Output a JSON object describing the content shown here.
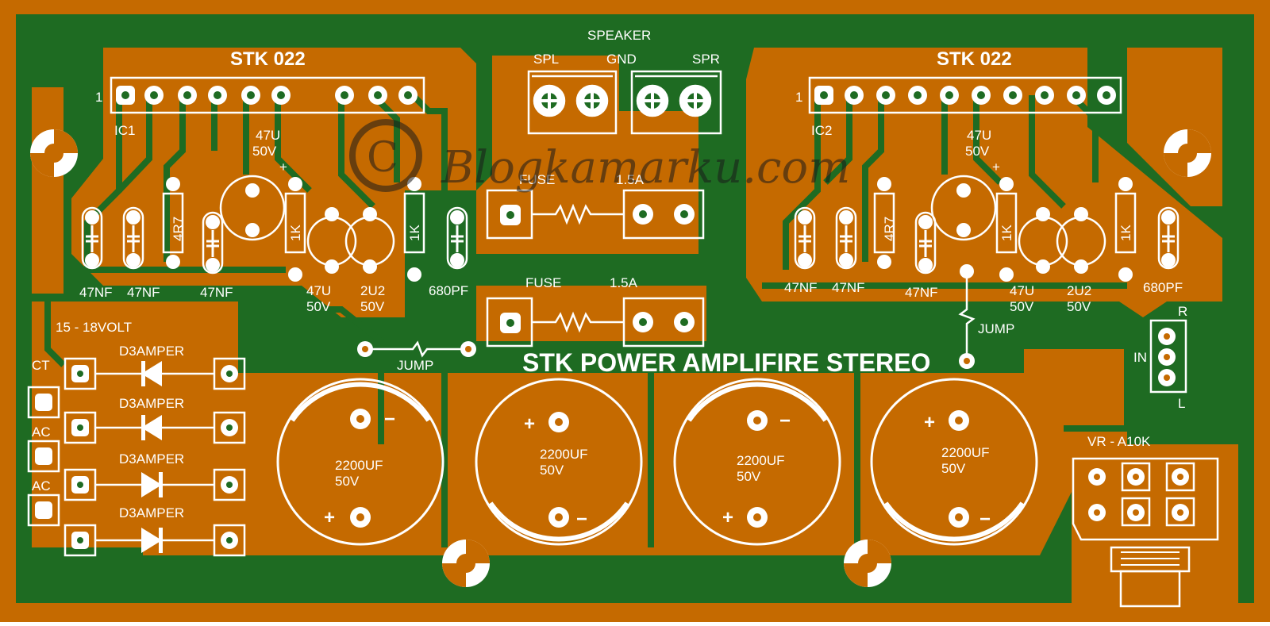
{
  "colors": {
    "copper": "#c56a00",
    "board": "#1e6b22",
    "silk": "#ffffff",
    "frame": "#c56a00"
  },
  "watermark": "© Blogkamarku.com",
  "title": "STK POWER AMPLIFIRE STEREO",
  "ic_left": {
    "name": "STK 022",
    "ref": "IC1",
    "pin1": "1"
  },
  "ic_right": {
    "name": "STK 022",
    "ref": "IC2",
    "pin1": "1"
  },
  "speaker": {
    "title": "SPEAKER",
    "spl": "SPL",
    "gnd": "GND",
    "spr": "SPR"
  },
  "fuse_top": {
    "label": "FUSE",
    "rating": "1.5A"
  },
  "fuse_bottom": {
    "label": "FUSE",
    "rating": "1.5A"
  },
  "left_section": {
    "cap47u_top": "47U",
    "cap47u_top_v": "50V",
    "plus": "+",
    "r4r7": "4R7",
    "r1k_a": "1K",
    "r1k_b": "1K",
    "c47nf_1": "47NF",
    "c47nf_2": "47NF",
    "c47nf_3": "47NF",
    "cap47u_bot": "47U",
    "cap47u_bot_v": "50V",
    "cap2u2": "2U2",
    "cap2u2_v": "50V",
    "c680pf": "680PF"
  },
  "right_section": {
    "cap47u_top": "47U",
    "cap47u_top_v": "50V",
    "plus": "+",
    "r4r7": "4R7",
    "r1k_a": "1K",
    "r1k_b": "1K",
    "c47nf_1": "47NF",
    "c47nf_2": "47NF",
    "c47nf_3": "47NF",
    "cap47u_bot": "47U",
    "cap47u_bot_v": "50V",
    "cap2u2": "2U2",
    "cap2u2_v": "50V",
    "c680pf": "680PF"
  },
  "power": {
    "voltage": "15 - 18VOLT",
    "ct": "CT",
    "ac1": "AC",
    "ac2": "AC",
    "diode1": "D3AMPER",
    "diode2": "D3AMPER",
    "diode3": "D3AMPER",
    "diode4": "D3AMPER"
  },
  "jump_left": "JUMP",
  "jump_right": "JUMP",
  "caps_big": [
    {
      "value": "2200UF",
      "voltage": "50V",
      "plus": "+",
      "minus": "−"
    },
    {
      "value": "2200UF",
      "voltage": "50V",
      "plus": "+",
      "minus": "−"
    },
    {
      "value": "2200UF",
      "voltage": "50V",
      "plus": "+",
      "minus": "−"
    },
    {
      "value": "2200UF",
      "voltage": "50V",
      "plus": "+",
      "minus": "−"
    }
  ],
  "input": {
    "r": "R",
    "in": "IN",
    "l": "L"
  },
  "vr": "VR - A10K"
}
